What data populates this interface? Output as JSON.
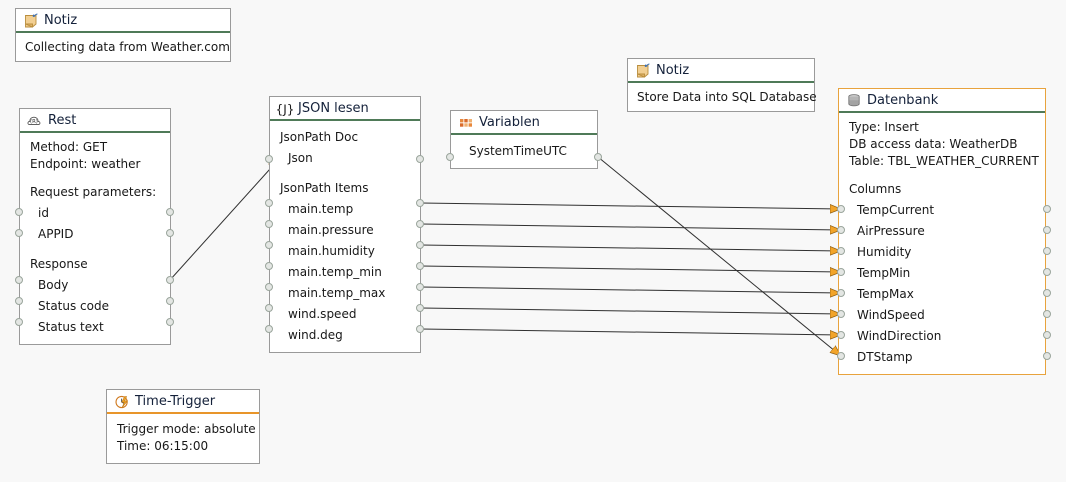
{
  "canvas": {
    "background": "#f8f8f8",
    "accent_color": "#e8a33d",
    "divider_green": "#4f7a58",
    "divider_orange": "#e8952a",
    "wire_color": "#303030"
  },
  "nodes": {
    "note_weather": {
      "title": "Notiz",
      "icon": "sticky-note-icon",
      "text": "Collecting data from Weather.com"
    },
    "note_sql": {
      "title": "Notiz",
      "icon": "sticky-note-icon",
      "text": "Store Data into SQL Database"
    },
    "rest": {
      "title": "Rest",
      "icon": "rest-cloud-icon",
      "lines": [
        "Method: GET",
        "Endpoint: weather"
      ],
      "groups": [
        {
          "label": "Request parameters:",
          "items": [
            "id",
            "APPID"
          ]
        },
        {
          "label": "Response",
          "items": [
            "Body",
            "Status code",
            "Status text"
          ]
        }
      ]
    },
    "json": {
      "title": "JSON lesen",
      "icon": "json-braces-icon",
      "groups": [
        {
          "label": "JsonPath Doc",
          "items": [
            "Json"
          ]
        },
        {
          "label": "JsonPath Items",
          "items": [
            "main.temp",
            "main.pressure",
            "main.humidity",
            "main.temp_min",
            "main.temp_max",
            "wind.speed",
            "wind.deg"
          ]
        }
      ]
    },
    "variablen": {
      "title": "Variablen",
      "icon": "variables-grid-icon",
      "items": [
        "SystemTimeUTC"
      ]
    },
    "datenbank": {
      "title": "Datenbank",
      "icon": "database-icon",
      "lines": [
        "Type: Insert",
        "DB access data: WeatherDB",
        "Table: TBL_WEATHER_CURRENT"
      ],
      "groups": [
        {
          "label": "Columns",
          "items": [
            "TempCurrent",
            "AirPressure",
            "Humidity",
            "TempMin",
            "TempMax",
            "WindSpeed",
            "WindDirection",
            "DTStamp"
          ]
        }
      ]
    },
    "trigger": {
      "title": "Time-Trigger",
      "icon": "clock-bolt-icon",
      "lines": [
        "Trigger mode: absolute",
        "Time: 06:15:00"
      ]
    }
  },
  "connections": [
    {
      "from": "rest.Body",
      "to": "json.Json"
    },
    {
      "from": "json.main.temp",
      "to": "datenbank.TempCurrent"
    },
    {
      "from": "json.main.pressure",
      "to": "datenbank.AirPressure"
    },
    {
      "from": "json.main.humidity",
      "to": "datenbank.Humidity"
    },
    {
      "from": "json.main.temp_min",
      "to": "datenbank.TempMin"
    },
    {
      "from": "json.main.temp_max",
      "to": "datenbank.TempMax"
    },
    {
      "from": "json.wind.speed",
      "to": "datenbank.WindSpeed"
    },
    {
      "from": "json.wind.deg",
      "to": "datenbank.WindDirection"
    },
    {
      "from": "variablen.SystemTimeUTC",
      "to": "datenbank.DTStamp"
    }
  ]
}
